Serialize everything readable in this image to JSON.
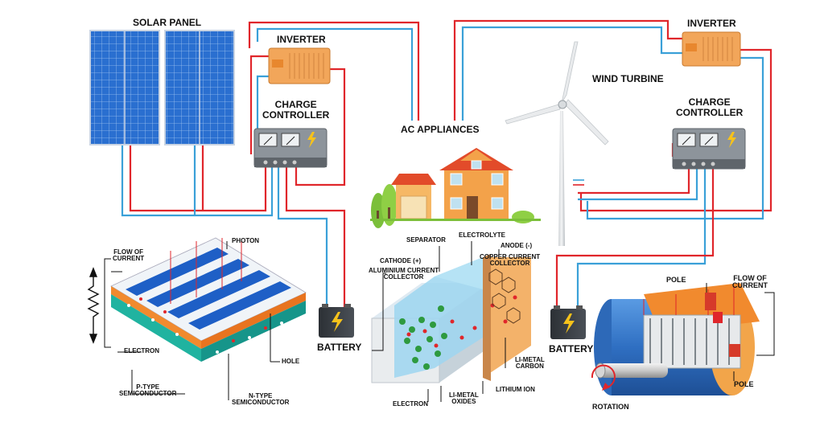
{
  "labels": {
    "solar_panel": "SOLAR PANEL",
    "inverter_left": "INVERTER",
    "inverter_right": "INVERTER",
    "charge_controller_left": "CHARGE\nCONTROLLER",
    "charge_controller_right": "CHARGE\nCONTROLLER",
    "ac_appliances": "AC APPLIANCES",
    "wind_turbine": "WIND TURBINE",
    "battery_left": "BATTERY",
    "battery_right": "BATTERY",
    "pv_cell": {
      "flow_of_current": "FLOW OF\nCURRENT",
      "photon": "PHOTON",
      "electron": "ELECTRON",
      "hole": "HOLE",
      "p_type": "P-TYPE\nSEMICONDUCTOR",
      "n_type": "N-TYPE\nSEMICONDUCTOR"
    },
    "li_battery": {
      "separator": "SEPARATOR",
      "electrolyte": "ELECTROLYTE",
      "anode": "ANODE (-)",
      "copper_collector": "COPPER CURRENT\nCOLLECTOR",
      "cathode": "CATHODE (+)",
      "aluminium_collector": "ALUMINIUM CURRENT\nCOLLECTOR",
      "li_metal_carbon": "LI-METAL\nCARBON",
      "lithium_ion": "LITHIUM ION",
      "electron": "ELECTRON",
      "li_metal_oxides": "LI-METAL\nOXIDES"
    },
    "generator": {
      "pole_top": "POLE",
      "flow_of_current": "FLOW OF\nCURRENT",
      "pole_bottom": "POLE",
      "rotation": "ROTATION"
    }
  },
  "icons": [
    "solar-panel-icon",
    "inverter-icon",
    "charge-controller-icon",
    "house-icon",
    "wind-turbine-icon",
    "battery-icon",
    "pv-cell-icon",
    "li-ion-cell-icon",
    "generator-icon",
    "resistor-icon",
    "lightning-bolt-icon"
  ],
  "colors": {
    "wire_red": "#e0262b",
    "wire_blue": "#3aa0d8",
    "panel_blue": "#1f5fc0",
    "inverter_orange": "#f2a65a",
    "controller_gray": "#8d949b",
    "house_orange": "#f3a24a",
    "roof_red": "#e24b2a",
    "battery_dark": "#3a3f44",
    "bolt_yellow": "#f6c21b",
    "generator_blue": "#3b7fd1"
  }
}
